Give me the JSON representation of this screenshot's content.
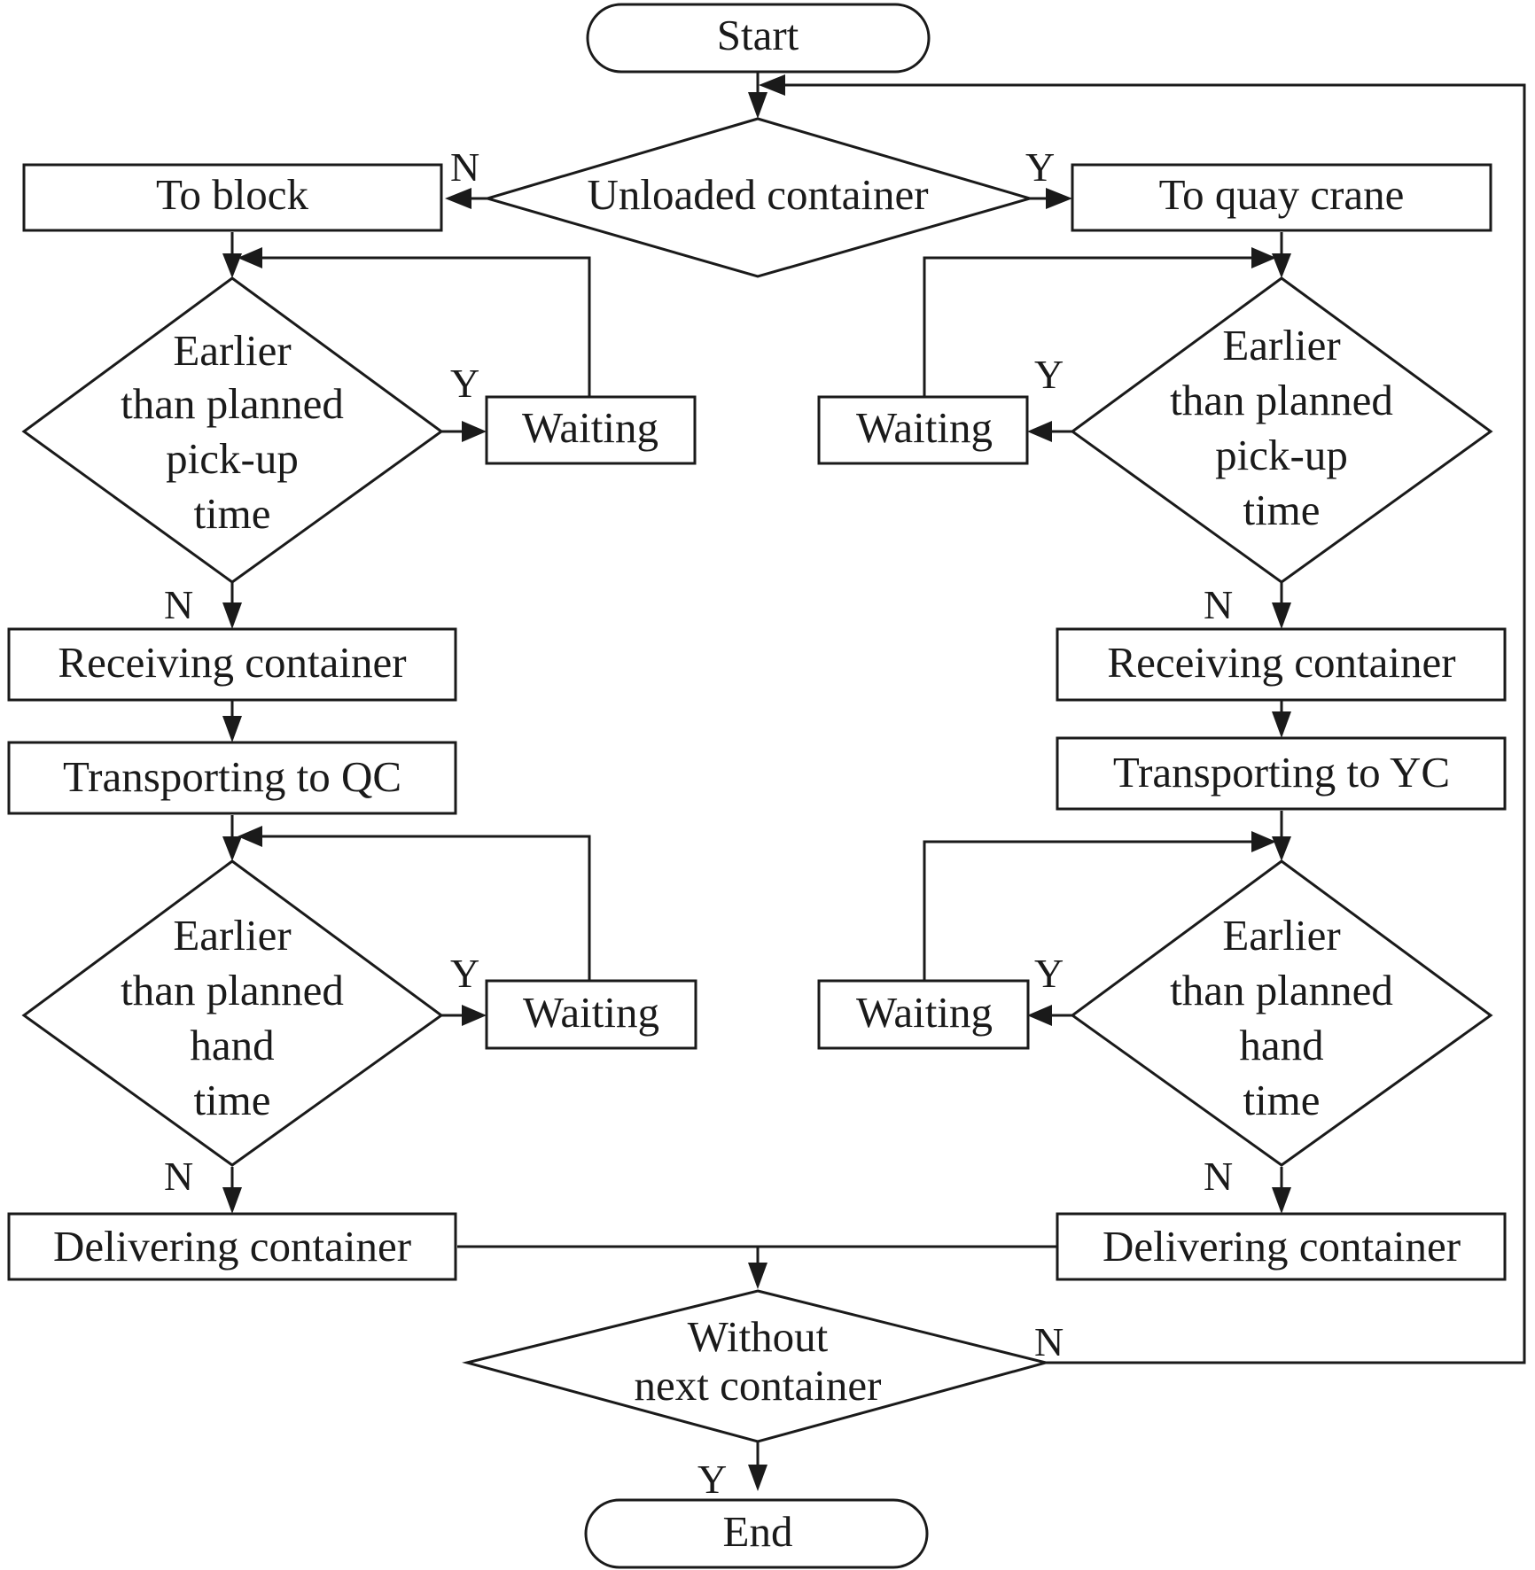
{
  "nodes": {
    "start": "Start",
    "unloaded": "Unloaded container",
    "to_block": "To block",
    "to_quay_crane": "To quay crane",
    "left_cond1": [
      "Earlier",
      "than planned",
      "pick-up",
      "time"
    ],
    "left_wait1": "Waiting",
    "right_cond1": [
      "Earlier",
      "than planned",
      "pick-up",
      "time"
    ],
    "right_wait1": "Waiting",
    "left_receiving": "Receiving container",
    "right_receiving": "Receiving container",
    "left_transporting": "Transporting to QC",
    "right_transporting": "Transporting to YC",
    "left_cond2": [
      "Earlier",
      "than planned",
      "hand",
      "time"
    ],
    "left_wait2": "Waiting",
    "right_cond2": [
      "Earlier",
      "than planned",
      "hand",
      "time"
    ],
    "right_wait2": "Waiting",
    "left_delivering": "Delivering container",
    "right_delivering": "Delivering container",
    "without_next": [
      "Without",
      "next container"
    ],
    "end": "End"
  },
  "edge_labels": {
    "unloaded_no": "N",
    "unloaded_yes": "Y",
    "left_cond1_yes": "Y",
    "left_cond1_no": "N",
    "right_cond1_yes": "Y",
    "right_cond1_no": "N",
    "left_cond2_yes": "Y",
    "left_cond2_no": "N",
    "right_cond2_yes": "Y",
    "right_cond2_no": "N",
    "without_next_no": "N",
    "without_next_yes": "Y"
  }
}
